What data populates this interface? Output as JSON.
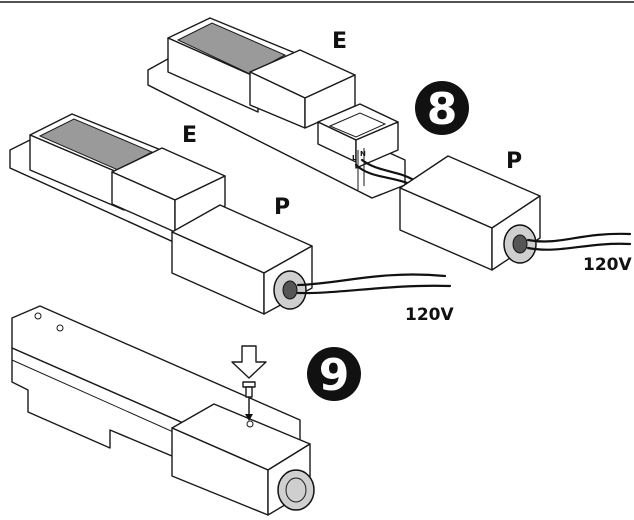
{
  "labels": {
    "ballast_top": "E",
    "ballast_left": "E",
    "pack_left": "P",
    "pack_right": "P",
    "voltage_left": "120V",
    "voltage_right": "120V",
    "wire_l": "L",
    "wire_n": "N"
  },
  "steps": {
    "step_8": "8",
    "step_9": "9"
  },
  "colors": {
    "ink": "#1a1a1a",
    "window_gray": "#9a9a9a",
    "badge": "#111111",
    "bushing": "#cfcfcf"
  },
  "icons": {
    "arrow": "down-arrow-icon",
    "screw": "screw-icon"
  }
}
